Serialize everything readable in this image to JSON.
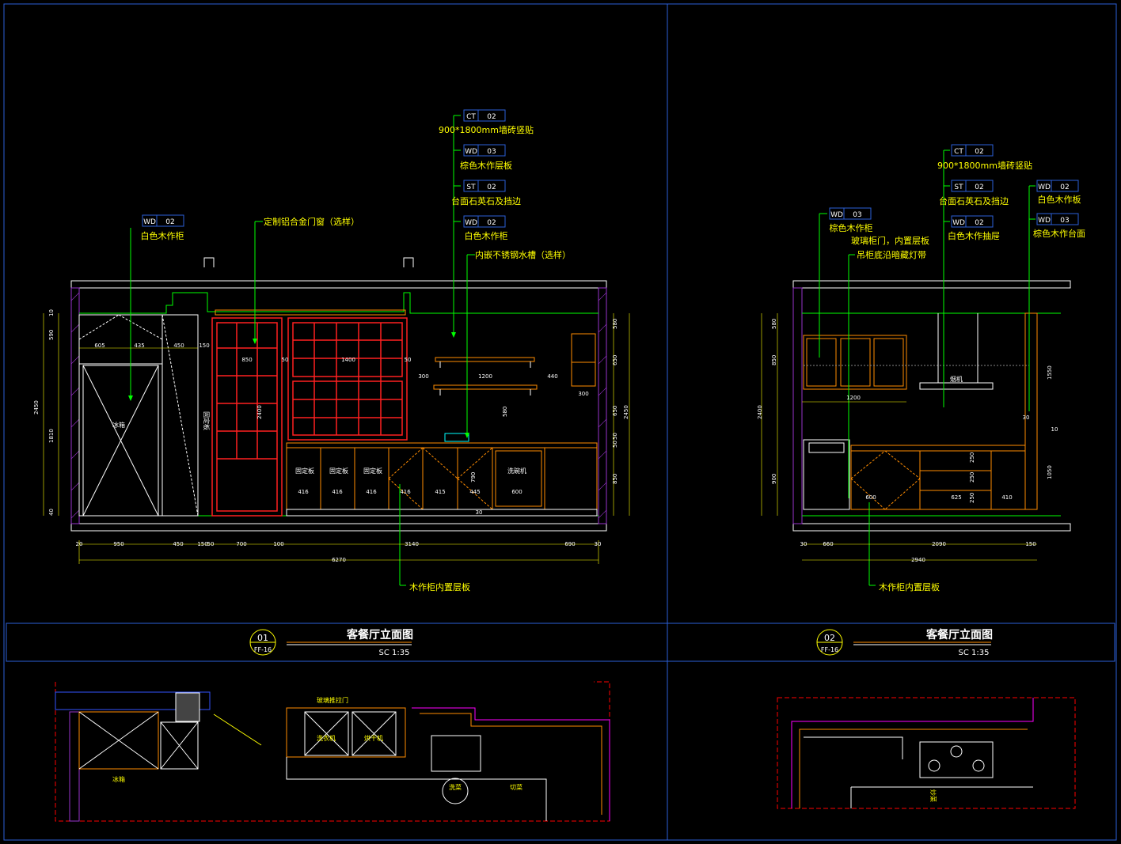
{
  "colors": {
    "background": "#000000",
    "frame": "#2b5fd9",
    "wall": "#e0e0e0",
    "outline": "#ffffff",
    "leader": "#00ff00",
    "label_text": "#ffff00",
    "tag_box": "#2b5fd9",
    "cabinet": "#ff8c00",
    "window_frame": "#ff2020",
    "hatch": "#9933cc",
    "dimension": "#ffff00",
    "appliance": "#ff00ff",
    "plan_wall": "#ff0000"
  },
  "left_elevation": {
    "tags": [
      {
        "code": "WD",
        "num": "02",
        "desc": "白色木作柜"
      },
      {
        "desc": "定制铝合金门窗（选样）"
      },
      {
        "code": "CT",
        "num": "02",
        "desc": "900*1800mm墙砖竖贴"
      },
      {
        "code": "WD",
        "num": "03",
        "desc": "棕色木作层板"
      },
      {
        "code": "ST",
        "num": "02",
        "desc": "台面石英石及挡边"
      },
      {
        "code": "WD",
        "num": "02",
        "desc": "白色木作柜"
      },
      {
        "desc": "内嵌不锈钢水槽（选样）"
      }
    ],
    "bottom_note": "木作柜内置层板",
    "inner_labels": [
      "冰箱",
      "固定板",
      "固定板",
      "固定板",
      "固定板",
      "洗碗机"
    ],
    "dims_bottom": [
      "20",
      "950",
      "450",
      "150",
      "50",
      "700",
      "100",
      "3140",
      "690",
      "30"
    ],
    "dim_total": "6270",
    "dims_left": [
      "10",
      "590",
      "2450",
      "1810",
      "40"
    ],
    "dims_right": [
      "580",
      "650",
      "650",
      "50",
      "50",
      "850",
      "2450"
    ],
    "dims_inner": [
      "605",
      "435",
      "450",
      "150",
      "850",
      "50",
      "1400",
      "50",
      "300",
      "1200",
      "440",
      "300",
      "2400",
      "416",
      "416",
      "416",
      "416",
      "415",
      "445",
      "600",
      "790",
      "580",
      "30"
    ]
  },
  "right_elevation": {
    "tags": [
      {
        "code": "WD",
        "num": "03",
        "desc": "棕色木作柜"
      },
      {
        "desc": "玻璃柜门，内置层板"
      },
      {
        "desc": "吊柜底沿暗藏灯带"
      },
      {
        "code": "CT",
        "num": "02",
        "desc": "900*1800mm墙砖竖贴"
      },
      {
        "code": "ST",
        "num": "02",
        "desc": "台面石英石及挡边"
      },
      {
        "code": "WD",
        "num": "02",
        "desc": "白色木作抽屉"
      },
      {
        "code": "WD",
        "num": "02",
        "desc": "白色木作板"
      },
      {
        "code": "WD",
        "num": "03",
        "desc": "棕色木作台面"
      }
    ],
    "bottom_note": "木作柜内置层板",
    "inner_labels": [
      "烟机"
    ],
    "dims_bottom": [
      "30",
      "660",
      "2090",
      "150"
    ],
    "dim_total": "2940",
    "dims_left": [
      "580",
      "850",
      "2400",
      "900"
    ],
    "dims_inner": [
      "1200",
      "1550",
      "30",
      "10",
      "1050",
      "600",
      "625",
      "410",
      "250",
      "250",
      "250"
    ]
  },
  "title_left": {
    "num": "01",
    "ref": "FF-16",
    "name": "客餐厅立面图",
    "scale": "SC  1:35"
  },
  "title_right": {
    "num": "02",
    "ref": "FF-16",
    "name": "客餐厅立面图",
    "scale": "SC  1:35"
  },
  "plan_left": {
    "labels": [
      "玻璃推拉门",
      "冰箱",
      "洗衣机",
      "烘干机",
      "洗菜",
      "切菜"
    ]
  },
  "plan_right": {
    "labels": [
      "炒菜"
    ]
  }
}
